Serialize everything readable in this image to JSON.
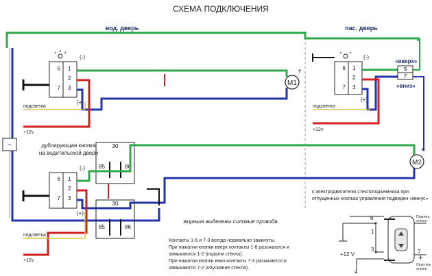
{
  "title": "СХЕМА ПОДКЛЮЧЕНИЯ",
  "sections": {
    "driver_door": "вод. дверь",
    "pass_door": "пас. дверь"
  },
  "motors": {
    "m1": "M1",
    "m2": "M2"
  },
  "plus": "+",
  "switch_pins": {
    "p1": "1",
    "p2": "2",
    "p3": "3",
    "p6": "6",
    "p7": "7"
  },
  "pins": {
    "plus": "(-)",
    "minus": "(+)"
  },
  "labels": {
    "backlight": "подсветка",
    "v12": "+12v",
    "duplicate_line1": "дублирующая кнопка",
    "duplicate_line2": "на водительской двери",
    "up": "«вверх»",
    "down": "«вниз»",
    "bold_note": "жирным выделены силовые провода",
    "relay_30": "30",
    "relay_85": "85",
    "relay_86": "86",
    "conn_s": "S",
    "conn_7": "7",
    "plus_minus": "~"
  },
  "notes": {
    "line1": "Контакты 1-6 и 7-3 всегда нормально замкнуты.",
    "line2": "При нажатии кнопки вверх контакты 1-6 разыкаются и",
    "line3": "замыкаются 1-2 (подъем стекла).",
    "line4": "При нажатии кнопки вниз контакты 7-3 разыкаются и",
    "line5": "замыкаются 7-2 (опускание стекла)."
  },
  "motor_note": {
    "line1": "к электродвигателю стеклоподъемника при",
    "line2": "отпущенных кнопках управления подведен «минус»"
  },
  "inset": {
    "p6": "6",
    "p1": "1",
    "p3": "3",
    "p7": "7",
    "v12": "+12 V",
    "up_line1": "Поднять",
    "up_line2": "стекло",
    "down_line1": "Опустить",
    "down_line2": "стекло"
  },
  "colors": {
    "green": "#2ea84a",
    "blue": "#2233aa",
    "red": "#d22020",
    "black": "#111111",
    "yellow": "#d6c84a",
    "grey": "#8a8a8a",
    "title": "#1a2a6a"
  }
}
